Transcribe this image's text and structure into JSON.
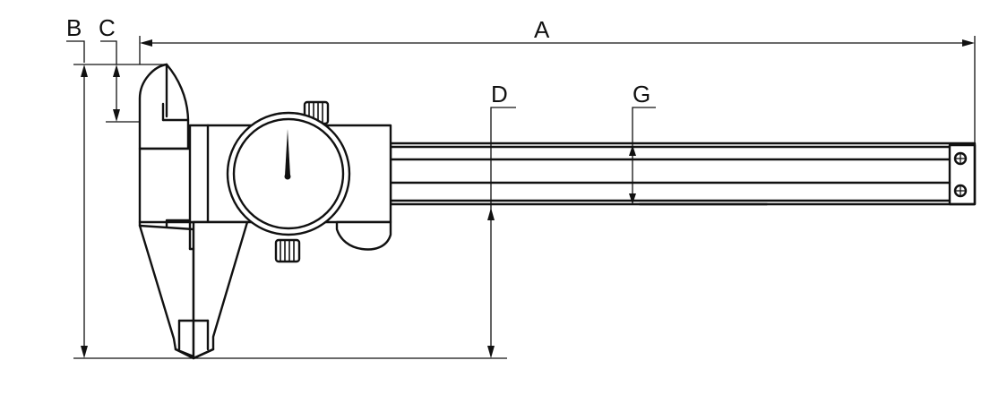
{
  "diagram": {
    "ink_color": "#111111",
    "background": "#ffffff",
    "labels": {
      "a": "A",
      "b": "B",
      "c": "C",
      "d": "D",
      "g": "G"
    },
    "icons": [
      "knurled-knob-icon",
      "dial-needle-icon",
      "screw-icon"
    ]
  }
}
